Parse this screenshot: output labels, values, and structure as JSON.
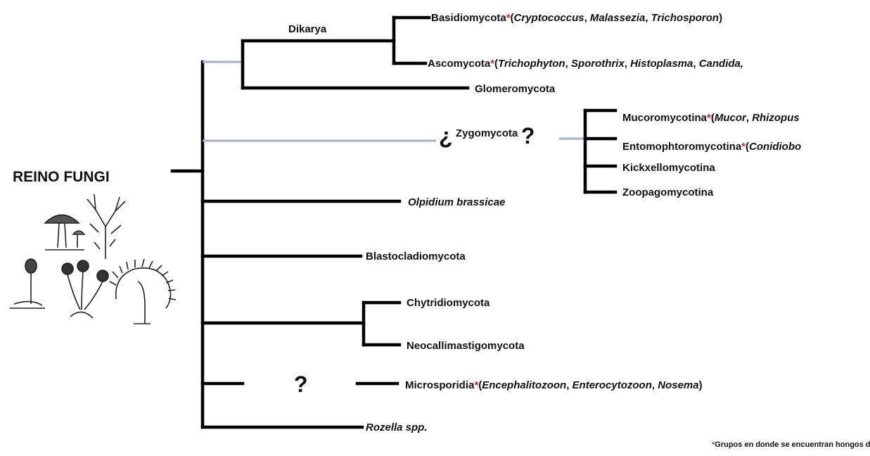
{
  "title": "REINO FUNGI",
  "footnote": {
    "star": "*",
    "text": "Grupos en donde se encuentran hongos de"
  },
  "clades": {
    "dikarya": "Dikarya",
    "zygomycota": {
      "open": "¿",
      "label": "Zygomycota",
      "close": "?"
    }
  },
  "unknown_mark": "?",
  "taxa": {
    "basidiomycota": {
      "name": "Basidiomycota",
      "star": "*",
      "open": "(",
      "genera": [
        "Cryptococcus",
        "Malassezia",
        "Trichosporon"
      ],
      "sep": ", ",
      "close": ")"
    },
    "ascomycota": {
      "name": "Ascomycota",
      "star": "*",
      "open": "(",
      "genera": [
        "Trichophyton",
        "Sporothrix",
        "Histoplasma",
        "Candida,"
      ],
      "sep": ", "
    },
    "glomeromycota": {
      "name": "Glomeromycota"
    },
    "mucoromycotina": {
      "name": "Mucoromycotina",
      "star": "*",
      "open": "(",
      "genera": [
        "Mucor",
        "Rhizopus"
      ],
      "sep": ", "
    },
    "entomophtoromycotina": {
      "name": "Entomophtoromycotina",
      "star": "*",
      "open": "(",
      "genera": [
        "Conidiobo"
      ]
    },
    "kickxellomycotina": {
      "name": "Kickxellomycotina"
    },
    "zoopagomycotina": {
      "name": "Zoopagomycotina"
    },
    "olpidium": {
      "name": "Olpidium brassicae"
    },
    "blastocladiomycota": {
      "name": "Blastocladiomycota"
    },
    "chytridiomycota": {
      "name": "Chytridiomycota"
    },
    "neocallimastigomycota": {
      "name": "Neocallimastigomycota"
    },
    "microsporidia": {
      "name": "Microsporidia",
      "star": "*",
      "open": "(",
      "genera": [
        "Encephalitozoon",
        "Enterocytozoon",
        "Nosema"
      ],
      "sep": ", ",
      "close": ")"
    },
    "rozella": {
      "name": "Rozella spp."
    }
  },
  "icons": [
    "mushroom-icon",
    "hyphae-icon",
    "sporangium-icon",
    "sporangiophores-icon",
    "spiny-fungus-icon"
  ]
}
